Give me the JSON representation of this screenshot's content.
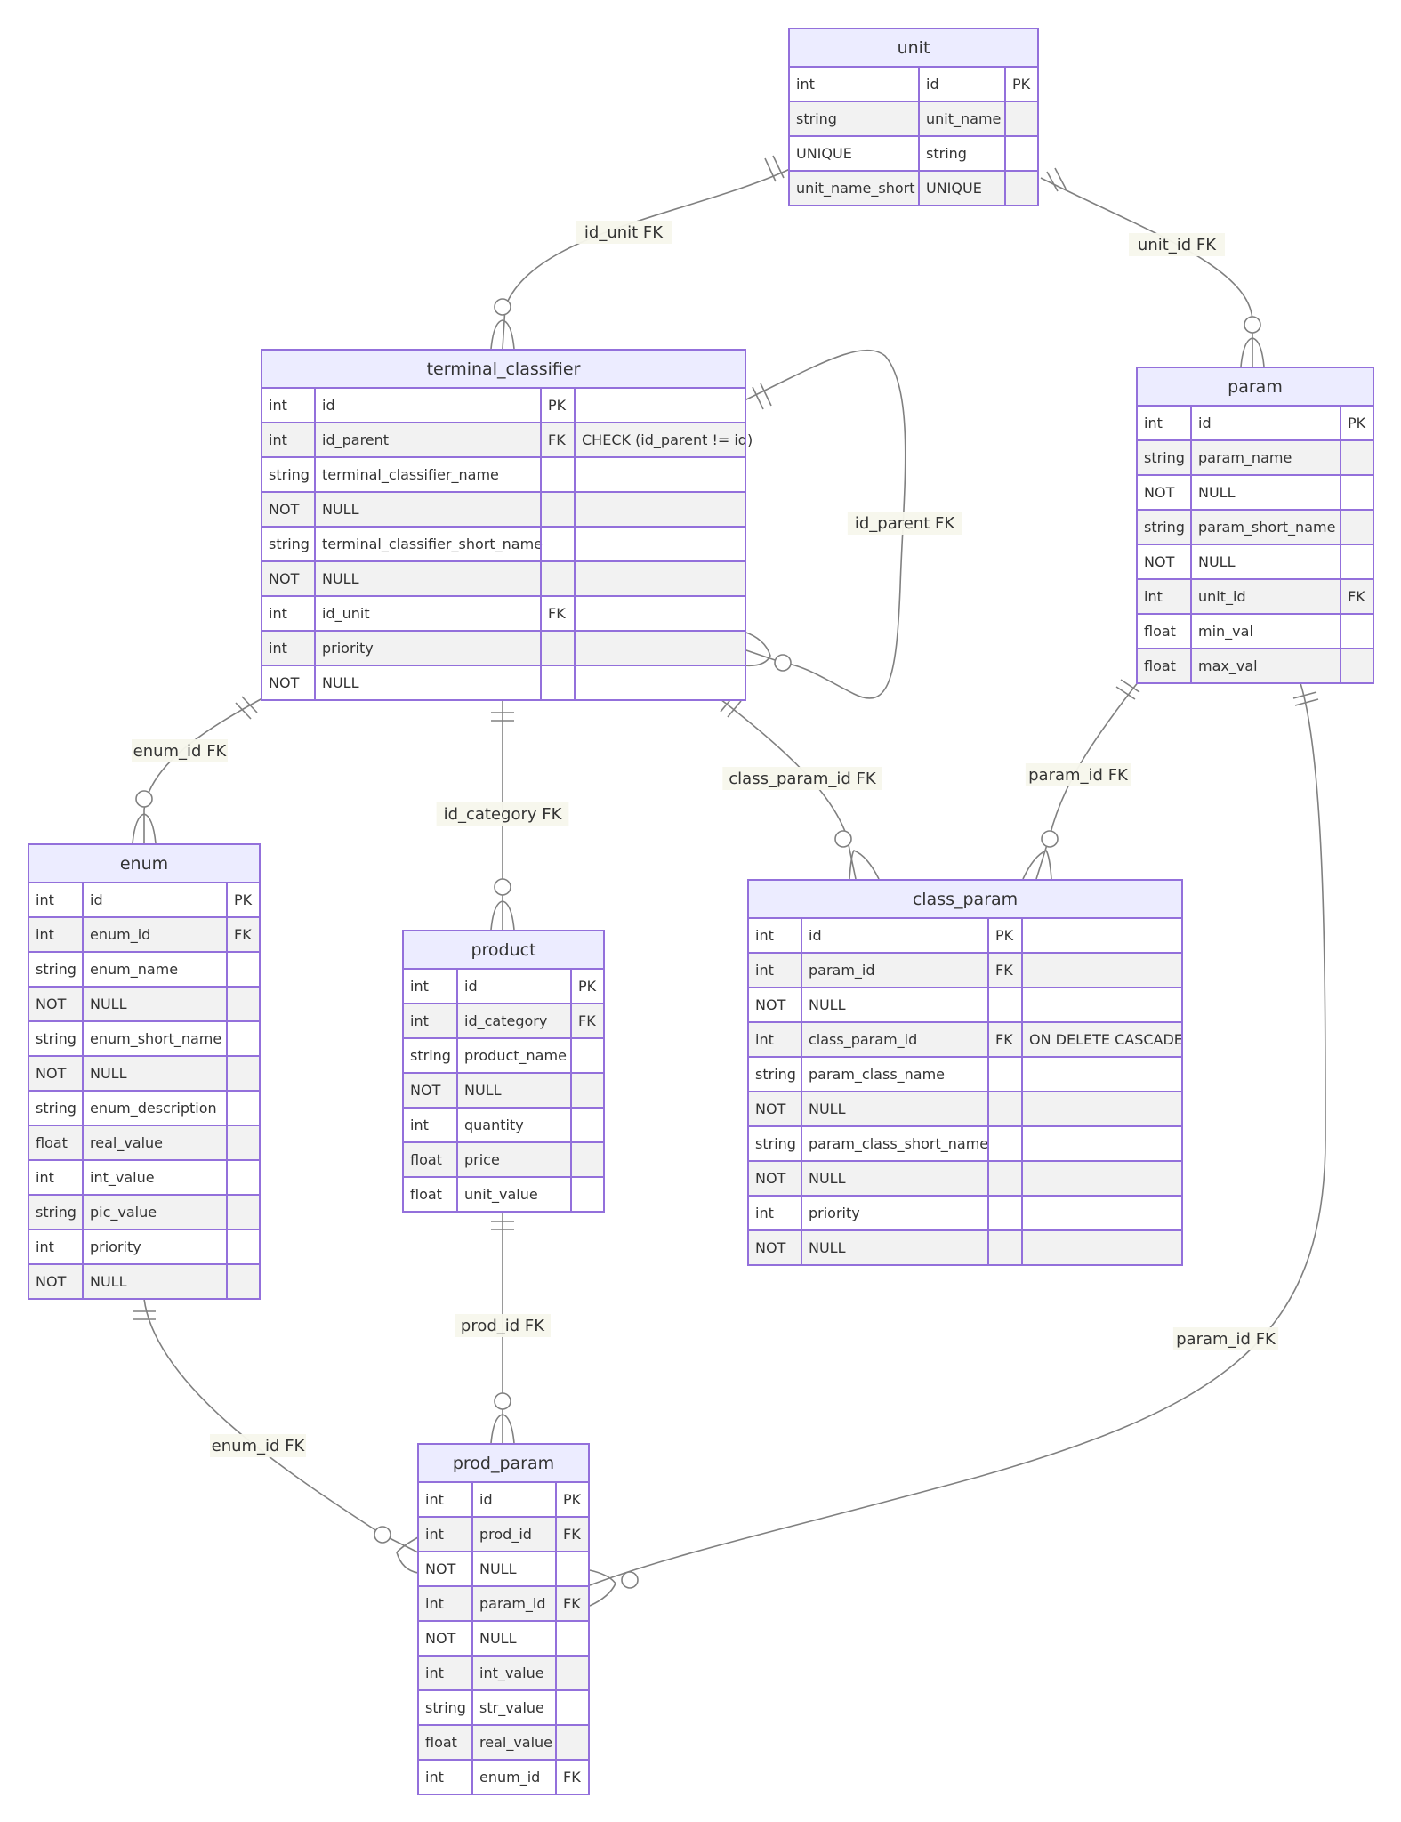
{
  "entities": {
    "unit": {
      "title": "unit",
      "rows": [
        [
          "int",
          "id",
          "PK"
        ],
        [
          "string",
          "unit_name",
          ""
        ],
        [
          "UNIQUE",
          "string",
          ""
        ],
        [
          "unit_name_short",
          "UNIQUE",
          ""
        ]
      ]
    },
    "terminal_classifier": {
      "title": "terminal_classifier",
      "rows": [
        [
          "int",
          "id",
          "PK",
          ""
        ],
        [
          "int",
          "id_parent",
          "FK",
          "CHECK (id_parent != id)"
        ],
        [
          "string",
          "terminal_classifier_name",
          "",
          ""
        ],
        [
          "NOT",
          "NULL",
          "",
          ""
        ],
        [
          "string",
          "terminal_classifier_short_name",
          "",
          ""
        ],
        [
          "NOT",
          "NULL",
          "",
          ""
        ],
        [
          "int",
          "id_unit",
          "FK",
          ""
        ],
        [
          "int",
          "priority",
          "",
          ""
        ],
        [
          "NOT",
          "NULL",
          "",
          ""
        ]
      ]
    },
    "param": {
      "title": "param",
      "rows": [
        [
          "int",
          "id",
          "PK"
        ],
        [
          "string",
          "param_name",
          ""
        ],
        [
          "NOT",
          "NULL",
          ""
        ],
        [
          "string",
          "param_short_name",
          ""
        ],
        [
          "NOT",
          "NULL",
          ""
        ],
        [
          "int",
          "unit_id",
          "FK"
        ],
        [
          "float",
          "min_val",
          ""
        ],
        [
          "float",
          "max_val",
          ""
        ]
      ]
    },
    "enum": {
      "title": "enum",
      "rows": [
        [
          "int",
          "id",
          "PK"
        ],
        [
          "int",
          "enum_id",
          "FK"
        ],
        [
          "string",
          "enum_name",
          ""
        ],
        [
          "NOT",
          "NULL",
          ""
        ],
        [
          "string",
          "enum_short_name",
          ""
        ],
        [
          "NOT",
          "NULL",
          ""
        ],
        [
          "string",
          "enum_description",
          ""
        ],
        [
          "float",
          "real_value",
          ""
        ],
        [
          "int",
          "int_value",
          ""
        ],
        [
          "string",
          "pic_value",
          ""
        ],
        [
          "int",
          "priority",
          ""
        ],
        [
          "NOT",
          "NULL",
          ""
        ]
      ]
    },
    "product": {
      "title": "product",
      "rows": [
        [
          "int",
          "id",
          "PK"
        ],
        [
          "int",
          "id_category",
          "FK"
        ],
        [
          "string",
          "product_name",
          ""
        ],
        [
          "NOT",
          "NULL",
          ""
        ],
        [
          "int",
          "quantity",
          ""
        ],
        [
          "float",
          "price",
          ""
        ],
        [
          "float",
          "unit_value",
          ""
        ]
      ]
    },
    "class_param": {
      "title": "class_param",
      "rows": [
        [
          "int",
          "id",
          "PK",
          ""
        ],
        [
          "int",
          "param_id",
          "FK",
          ""
        ],
        [
          "NOT",
          "NULL",
          "",
          ""
        ],
        [
          "int",
          "class_param_id",
          "FK",
          "ON DELETE CASCADE"
        ],
        [
          "string",
          "param_class_name",
          "",
          ""
        ],
        [
          "NOT",
          "NULL",
          "",
          ""
        ],
        [
          "string",
          "param_class_short_name",
          "",
          ""
        ],
        [
          "NOT",
          "NULL",
          "",
          ""
        ],
        [
          "int",
          "priority",
          "",
          ""
        ],
        [
          "NOT",
          "NULL",
          "",
          ""
        ]
      ]
    },
    "prod_param": {
      "title": "prod_param",
      "rows": [
        [
          "int",
          "id",
          "PK"
        ],
        [
          "int",
          "prod_id",
          "FK"
        ],
        [
          "NOT",
          "NULL",
          ""
        ],
        [
          "int",
          "param_id",
          "FK"
        ],
        [
          "NOT",
          "NULL",
          ""
        ],
        [
          "int",
          "int_value",
          ""
        ],
        [
          "string",
          "str_value",
          ""
        ],
        [
          "float",
          "real_value",
          ""
        ],
        [
          "int",
          "enum_id",
          "FK"
        ]
      ]
    }
  },
  "relationships": [
    {
      "id": "unit_tc",
      "from": "unit",
      "to": "terminal_classifier",
      "label": "id_unit FK"
    },
    {
      "id": "unit_param",
      "from": "unit",
      "to": "param",
      "label": "unit_id FK"
    },
    {
      "id": "tc_self",
      "from": "terminal_classifier",
      "to": "terminal_classifier",
      "label": "id_parent FK"
    },
    {
      "id": "tc_enum",
      "from": "terminal_classifier",
      "to": "enum",
      "label": "enum_id FK"
    },
    {
      "id": "tc_product",
      "from": "terminal_classifier",
      "to": "product",
      "label": "id_category FK"
    },
    {
      "id": "tc_classparam",
      "from": "terminal_classifier",
      "to": "class_param",
      "label": "class_param_id FK"
    },
    {
      "id": "param_classparam",
      "from": "param",
      "to": "class_param",
      "label": "param_id FK"
    },
    {
      "id": "product_prodparam",
      "from": "product",
      "to": "prod_param",
      "label": "prod_id FK"
    },
    {
      "id": "enum_prodparam",
      "from": "enum",
      "to": "prod_param",
      "label": "enum_id FK"
    },
    {
      "id": "param_prodparam",
      "from": "param",
      "to": "prod_param",
      "label": "param_id FK"
    }
  ]
}
